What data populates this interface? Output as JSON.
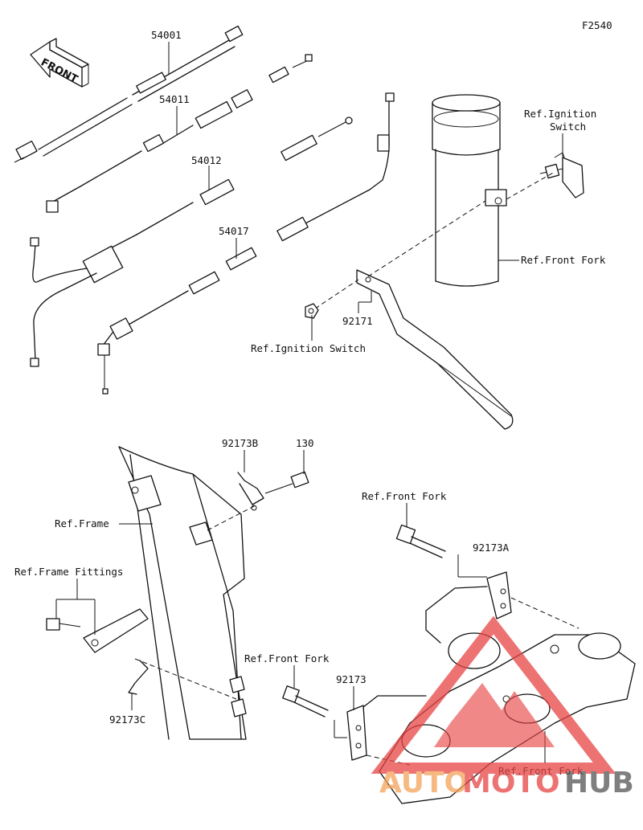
{
  "diagram_code": "F2540",
  "front_label": "FRONT",
  "labels": {
    "p54001": "54001",
    "p54011": "54011",
    "p54012": "54012",
    "p54017": "54017",
    "p92171": "92171",
    "p92173b": "92173B",
    "p130": "130",
    "p92173a": "92173A",
    "p92173": "92173",
    "p92173c": "92173C",
    "ref_ignition_switch_top_line1": "Ref.Ignition",
    "ref_ignition_switch_top_line2": "Switch",
    "ref_front_fork_upper": "Ref.Front Fork",
    "ref_ignition_switch_mid": "Ref.Ignition Switch",
    "ref_frame": "Ref.Frame",
    "ref_frame_fittings": "Ref.Frame Fittings",
    "ref_front_fork_right": "Ref.Front Fork",
    "ref_front_fork_lower": "Ref.Front Fork",
    "ref_front_fork_bottom": "Ref.Front Fork"
  },
  "watermark": {
    "part1": "AUTO",
    "part2": "MOTO",
    "part3": "HUB",
    "color_orange": "#f4a259",
    "color_red": "#e84545",
    "color_dark": "#555555"
  }
}
